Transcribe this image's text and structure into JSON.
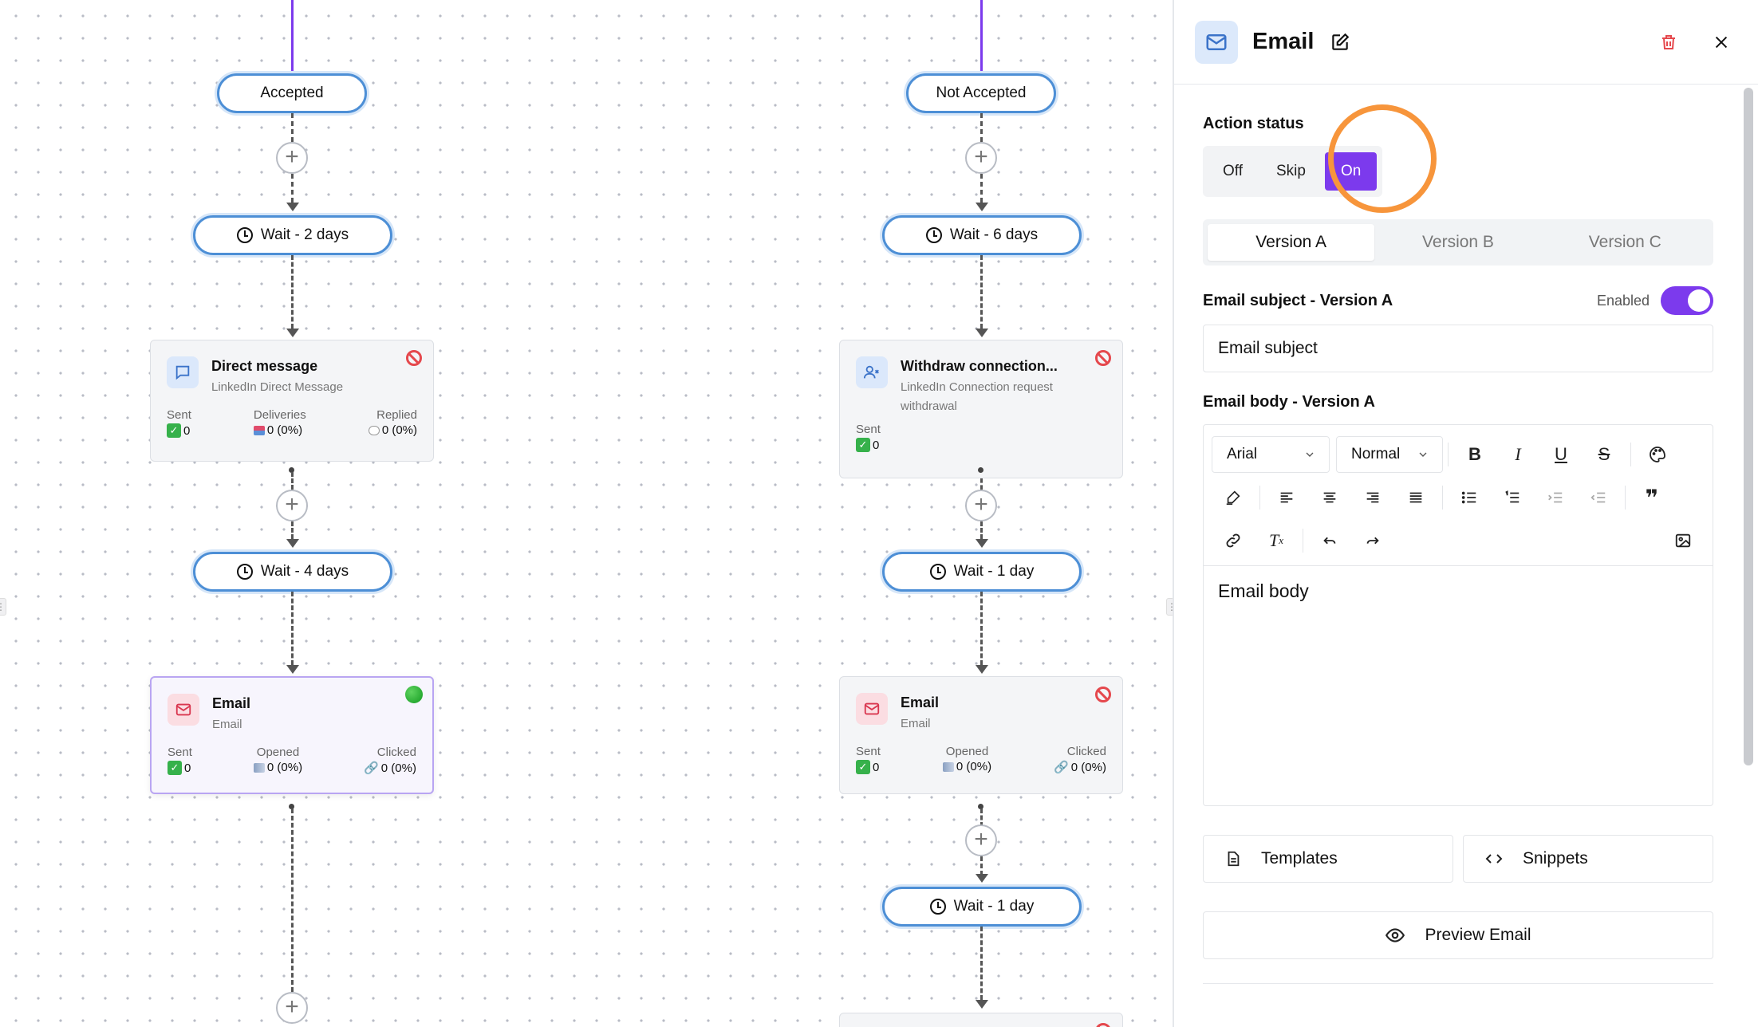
{
  "canvas": {
    "left_branch": {
      "condition": "Accepted",
      "wait1": "Wait - 2 days",
      "card1": {
        "title": "Direct message",
        "subtitle": "LinkedIn Direct Message",
        "stats": [
          {
            "label": "Sent",
            "value": "0"
          },
          {
            "label": "Deliveries",
            "value": "0 (0%)"
          },
          {
            "label": "Replied",
            "value": "0 (0%)"
          }
        ]
      },
      "wait2": "Wait - 4 days",
      "card2": {
        "title": "Email",
        "subtitle": "Email",
        "stats": [
          {
            "label": "Sent",
            "value": "0"
          },
          {
            "label": "Opened",
            "value": "0 (0%)"
          },
          {
            "label": "Clicked",
            "value": "0 (0%)"
          }
        ]
      }
    },
    "right_branch": {
      "condition": "Not Accepted",
      "wait1": "Wait - 6 days",
      "card1": {
        "title": "Withdraw connection...",
        "subtitle": "LinkedIn Connection request withdrawal",
        "stats": [
          {
            "label": "Sent",
            "value": "0"
          }
        ]
      },
      "wait2": "Wait - 1 day",
      "card2": {
        "title": "Email",
        "subtitle": "Email",
        "stats": [
          {
            "label": "Sent",
            "value": "0"
          },
          {
            "label": "Opened",
            "value": "0 (0%)"
          },
          {
            "label": "Clicked",
            "value": "0 (0%)"
          }
        ]
      },
      "wait3": "Wait - 1 day"
    }
  },
  "panel": {
    "title": "Email",
    "action_status": {
      "label": "Action status",
      "options": [
        "Off",
        "Skip",
        "On"
      ],
      "selected": "On"
    },
    "version_tabs": [
      "Version A",
      "Version B",
      "Version C"
    ],
    "subject": {
      "label": "Email subject - Version A",
      "toggle_label": "Enabled",
      "placeholder": "Email subject"
    },
    "body": {
      "label": "Email body - Version A",
      "font": "Arial",
      "size": "Normal",
      "placeholder": "Email body"
    },
    "buttons": {
      "templates": "Templates",
      "snippets": "Snippets",
      "preview": "Preview Email"
    }
  },
  "colors": {
    "accent": "#7c3aed",
    "pill_border": "#4d8fd6",
    "highlight_ring": "#f7953b",
    "danger": "#e5484d"
  }
}
